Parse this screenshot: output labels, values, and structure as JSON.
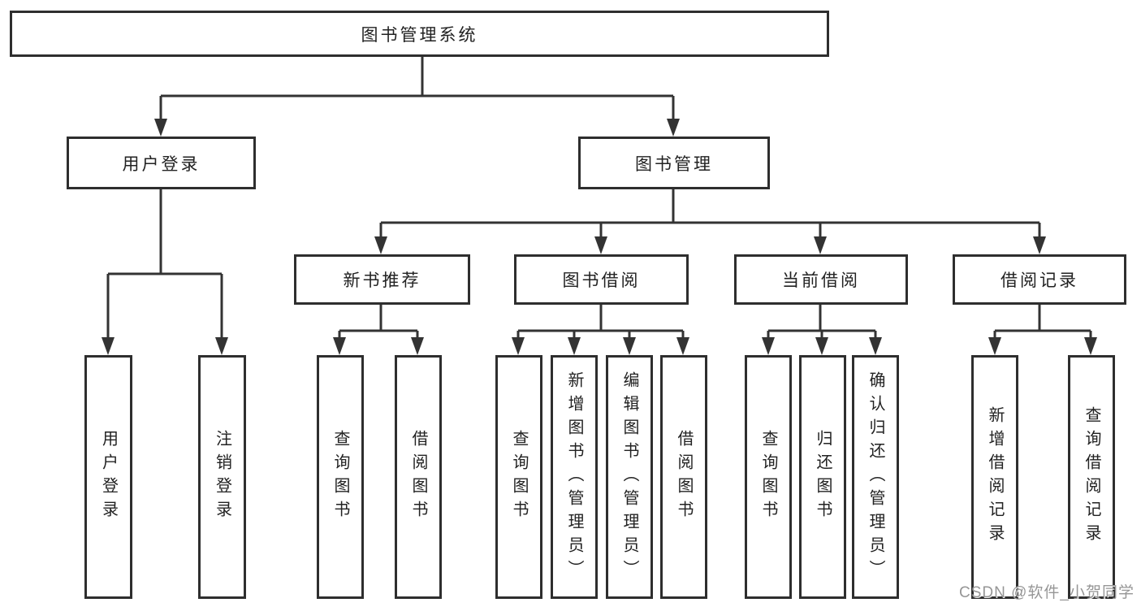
{
  "diagram": {
    "type": "tree",
    "root": {
      "label": "图书管理系统"
    },
    "level2": [
      {
        "id": "user-login",
        "label": "用户登录",
        "parent": "图书管理系统"
      },
      {
        "id": "book-management",
        "label": "图书管理",
        "parent": "图书管理系统"
      }
    ],
    "level3": [
      {
        "id": "new-book-recommend",
        "label": "新书推荐",
        "parent": "图书管理"
      },
      {
        "id": "book-borrow",
        "label": "图书借阅",
        "parent": "图书管理"
      },
      {
        "id": "current-borrow",
        "label": "当前借阅",
        "parent": "图书管理"
      },
      {
        "id": "borrow-record",
        "label": "借阅记录",
        "parent": "图书管理"
      }
    ],
    "leaves": [
      {
        "label": "用户登录",
        "parent": "用户登录"
      },
      {
        "label": "注销登录",
        "parent": "用户登录"
      },
      {
        "label": "查询图书",
        "parent": "新书推荐"
      },
      {
        "label": "借阅图书",
        "parent": "新书推荐"
      },
      {
        "label": "查询图书",
        "parent": "图书借阅"
      },
      {
        "label": "新增图书（管理员）",
        "parent": "图书借阅"
      },
      {
        "label": "编辑图书（管理员）",
        "parent": "图书借阅"
      },
      {
        "label": "借阅图书",
        "parent": "图书借阅"
      },
      {
        "label": "查询图书",
        "parent": "当前借阅"
      },
      {
        "label": "归还图书",
        "parent": "当前借阅"
      },
      {
        "label": "确认归还（管理员）",
        "parent": "当前借阅"
      },
      {
        "label": "新增借阅记录",
        "parent": "借阅记录"
      },
      {
        "label": "查询借阅记录",
        "parent": "借阅记录"
      }
    ]
  },
  "watermark": {
    "text": "CSDN @软件_小贺同学"
  },
  "colors": {
    "line": "#333333",
    "box_border": "#2e2e2e",
    "box_fill": "#ffffff",
    "text": "#222222",
    "watermark": "#969696",
    "background": "#ffffff"
  }
}
